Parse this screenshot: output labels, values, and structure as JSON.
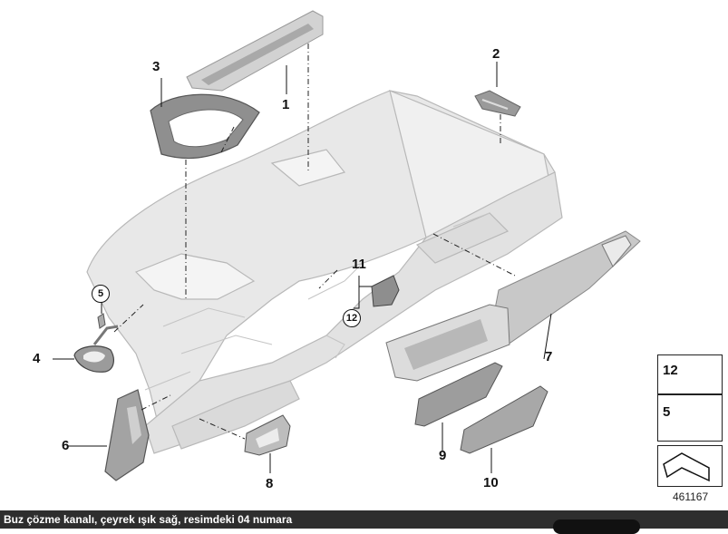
{
  "callouts": {
    "c1": "1",
    "c2": "2",
    "c3": "3",
    "c4": "4",
    "c5": "5",
    "c6": "6",
    "c7": "7",
    "c8": "8",
    "c9": "9",
    "c10": "10",
    "c11": "11",
    "c12": "12"
  },
  "legend": {
    "item12": "12",
    "item5": "5"
  },
  "diagram_number": "461167",
  "caption": "Buz çözme kanalı, çeyrek ışık sağ, resimdeki 04 numara",
  "colors": {
    "part_fill": "#e6e6e6",
    "part_stroke": "#b4b4b4",
    "dark_part": "#8c8c8c",
    "caption_bg": "#2e2e2e"
  }
}
